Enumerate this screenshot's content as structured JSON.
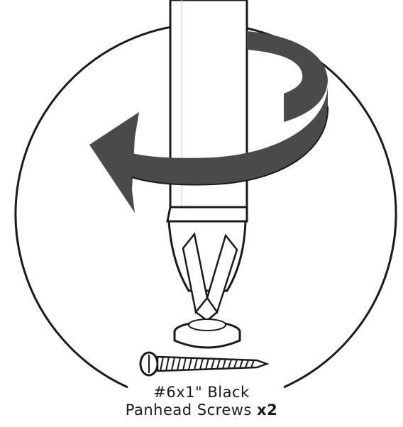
{
  "illustration": {
    "subject": "screwdriver driving a screw, with a rotation arrow",
    "icons": [
      "screwdriver-icon",
      "rotation-arrow-icon",
      "screw-head-icon",
      "panhead-screw-icon"
    ],
    "colors": {
      "line": "#1a1a1a",
      "arrow": "#4a4a4a",
      "background": "#ffffff"
    }
  },
  "caption": {
    "line1": "#6x1\" Black",
    "line2": "Panhead Screws ",
    "quantity": "x2"
  }
}
